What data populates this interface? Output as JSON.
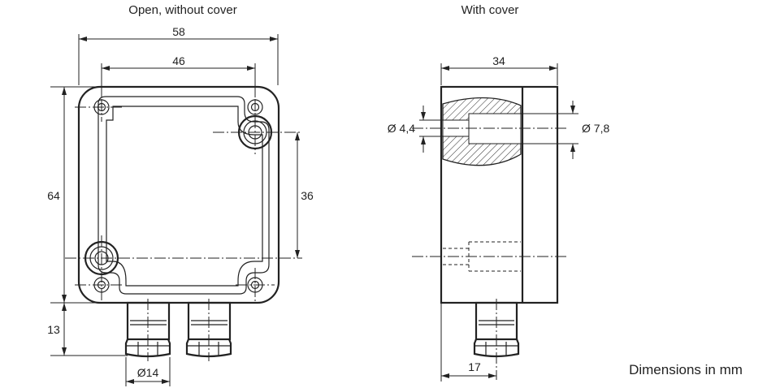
{
  "views": {
    "open": {
      "title": "Open, without cover"
    },
    "cover": {
      "title": "With cover"
    }
  },
  "dimensions": {
    "width_outer": "58",
    "width_holes": "46",
    "height_body": "64",
    "height_holes": "36",
    "height_gland": "13",
    "gland_diameter": "Ø14",
    "cover_width": "34",
    "hole_small": "Ø 4,4",
    "hole_large": "Ø 7,8",
    "gland_offset": "17"
  },
  "footer": {
    "units_note": "Dimensions in mm"
  }
}
